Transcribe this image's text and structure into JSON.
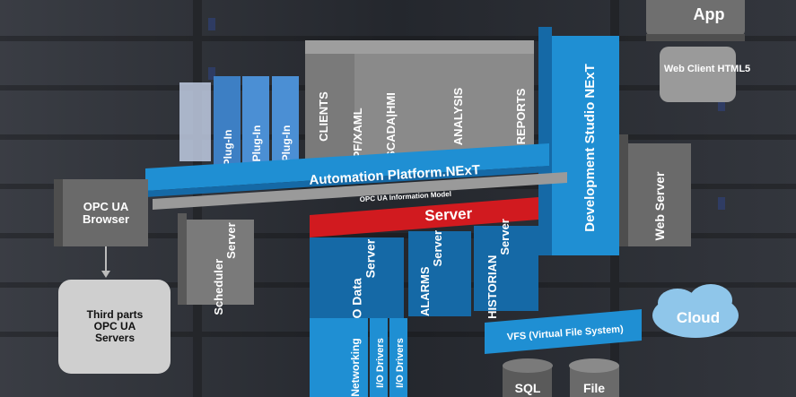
{
  "diagram": {
    "plugins": [
      "Plug-In",
      "Plug-In",
      "Plug-In"
    ],
    "client_blocks": [
      "CLIENTS",
      "WPF/XAML",
      "SCADA|HMI",
      "ANALYSIS",
      "REPORTS"
    ],
    "platform_title": "Automation Platform.NExT",
    "info_model": "OPC UA Information Model",
    "server_label": "Server",
    "server_modules": [
      "I/O Data\nServer",
      "ALARMS\nServer",
      "HISTORIAN\nServer"
    ],
    "scheduler": "Scheduler\nServer",
    "drivers": [
      "Networking",
      "I/O Drivers",
      "I/O Drivers"
    ],
    "dev_studio": "Development Studio NExT",
    "web_server": "Web Server",
    "app": "App",
    "web_client": "Web Client\nHTML5",
    "opc_browser": "OPC UA\nBrowser",
    "third_parts": "Third parts\nOPC UA\nServers",
    "vfs": "VFS (Virtual File System)",
    "cloud": "Cloud",
    "sql": "SQL",
    "file": "File"
  },
  "colors": {
    "blue": "#1f8fd3",
    "blue_dark": "#1569a6",
    "red": "#d11a1f",
    "gray": "#6f6f6f",
    "gray_light": "#bdbdbd",
    "cloud": "#8fc6ea"
  }
}
